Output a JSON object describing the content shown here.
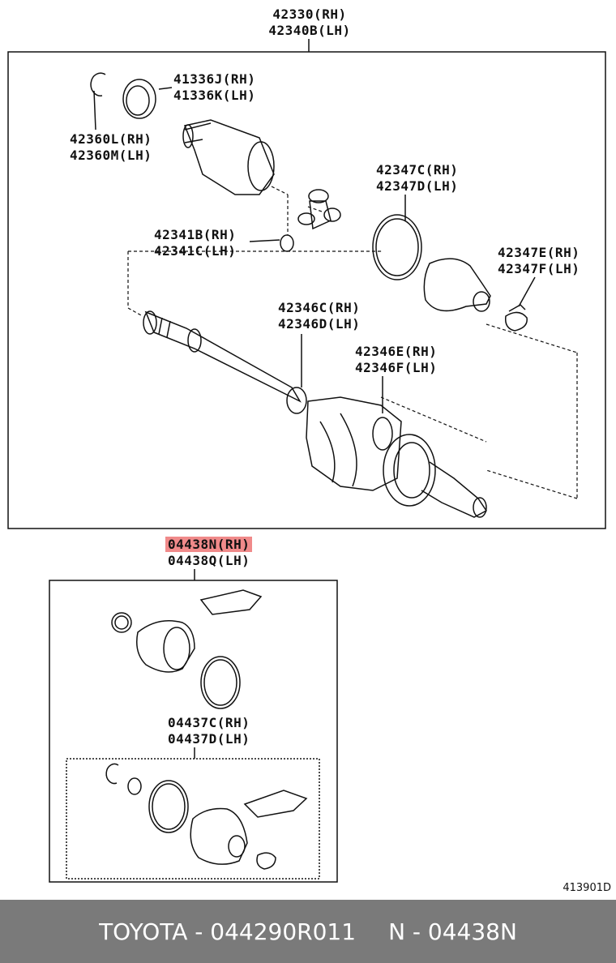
{
  "labels": {
    "axle_rh": "42330(RH)",
    "axle_lh": "42340B(LH)",
    "seal_rh": "41336J(RH)",
    "seal_lh": "41336K(LH)",
    "snap_rh": "42360L(RH)",
    "snap_lh": "42360M(LH)",
    "band_rh": "42347C(RH)",
    "band_lh": "42347D(LH)",
    "ring_rh": "42341B(RH)",
    "ring_lh": "42341C(LH)",
    "clamp_rh": "42347E(RH)",
    "clamp_lh": "42347F(LH)",
    "boot_in_rh": "42346C(RH)",
    "boot_in_lh": "42346D(LH)",
    "boot_out_rh": "42346E(RH)",
    "boot_out_lh": "42346F(LH)",
    "kit_rh": "04438N(RH)",
    "kit_lh": "04438Q(LH)",
    "subkit_rh": "04437C(RH)",
    "subkit_lh": "04437D(LH)"
  },
  "diagram_code": "413901D",
  "footer": {
    "brand_part": "TOYOTA - 044290R011",
    "ref": "N - 04438N"
  }
}
